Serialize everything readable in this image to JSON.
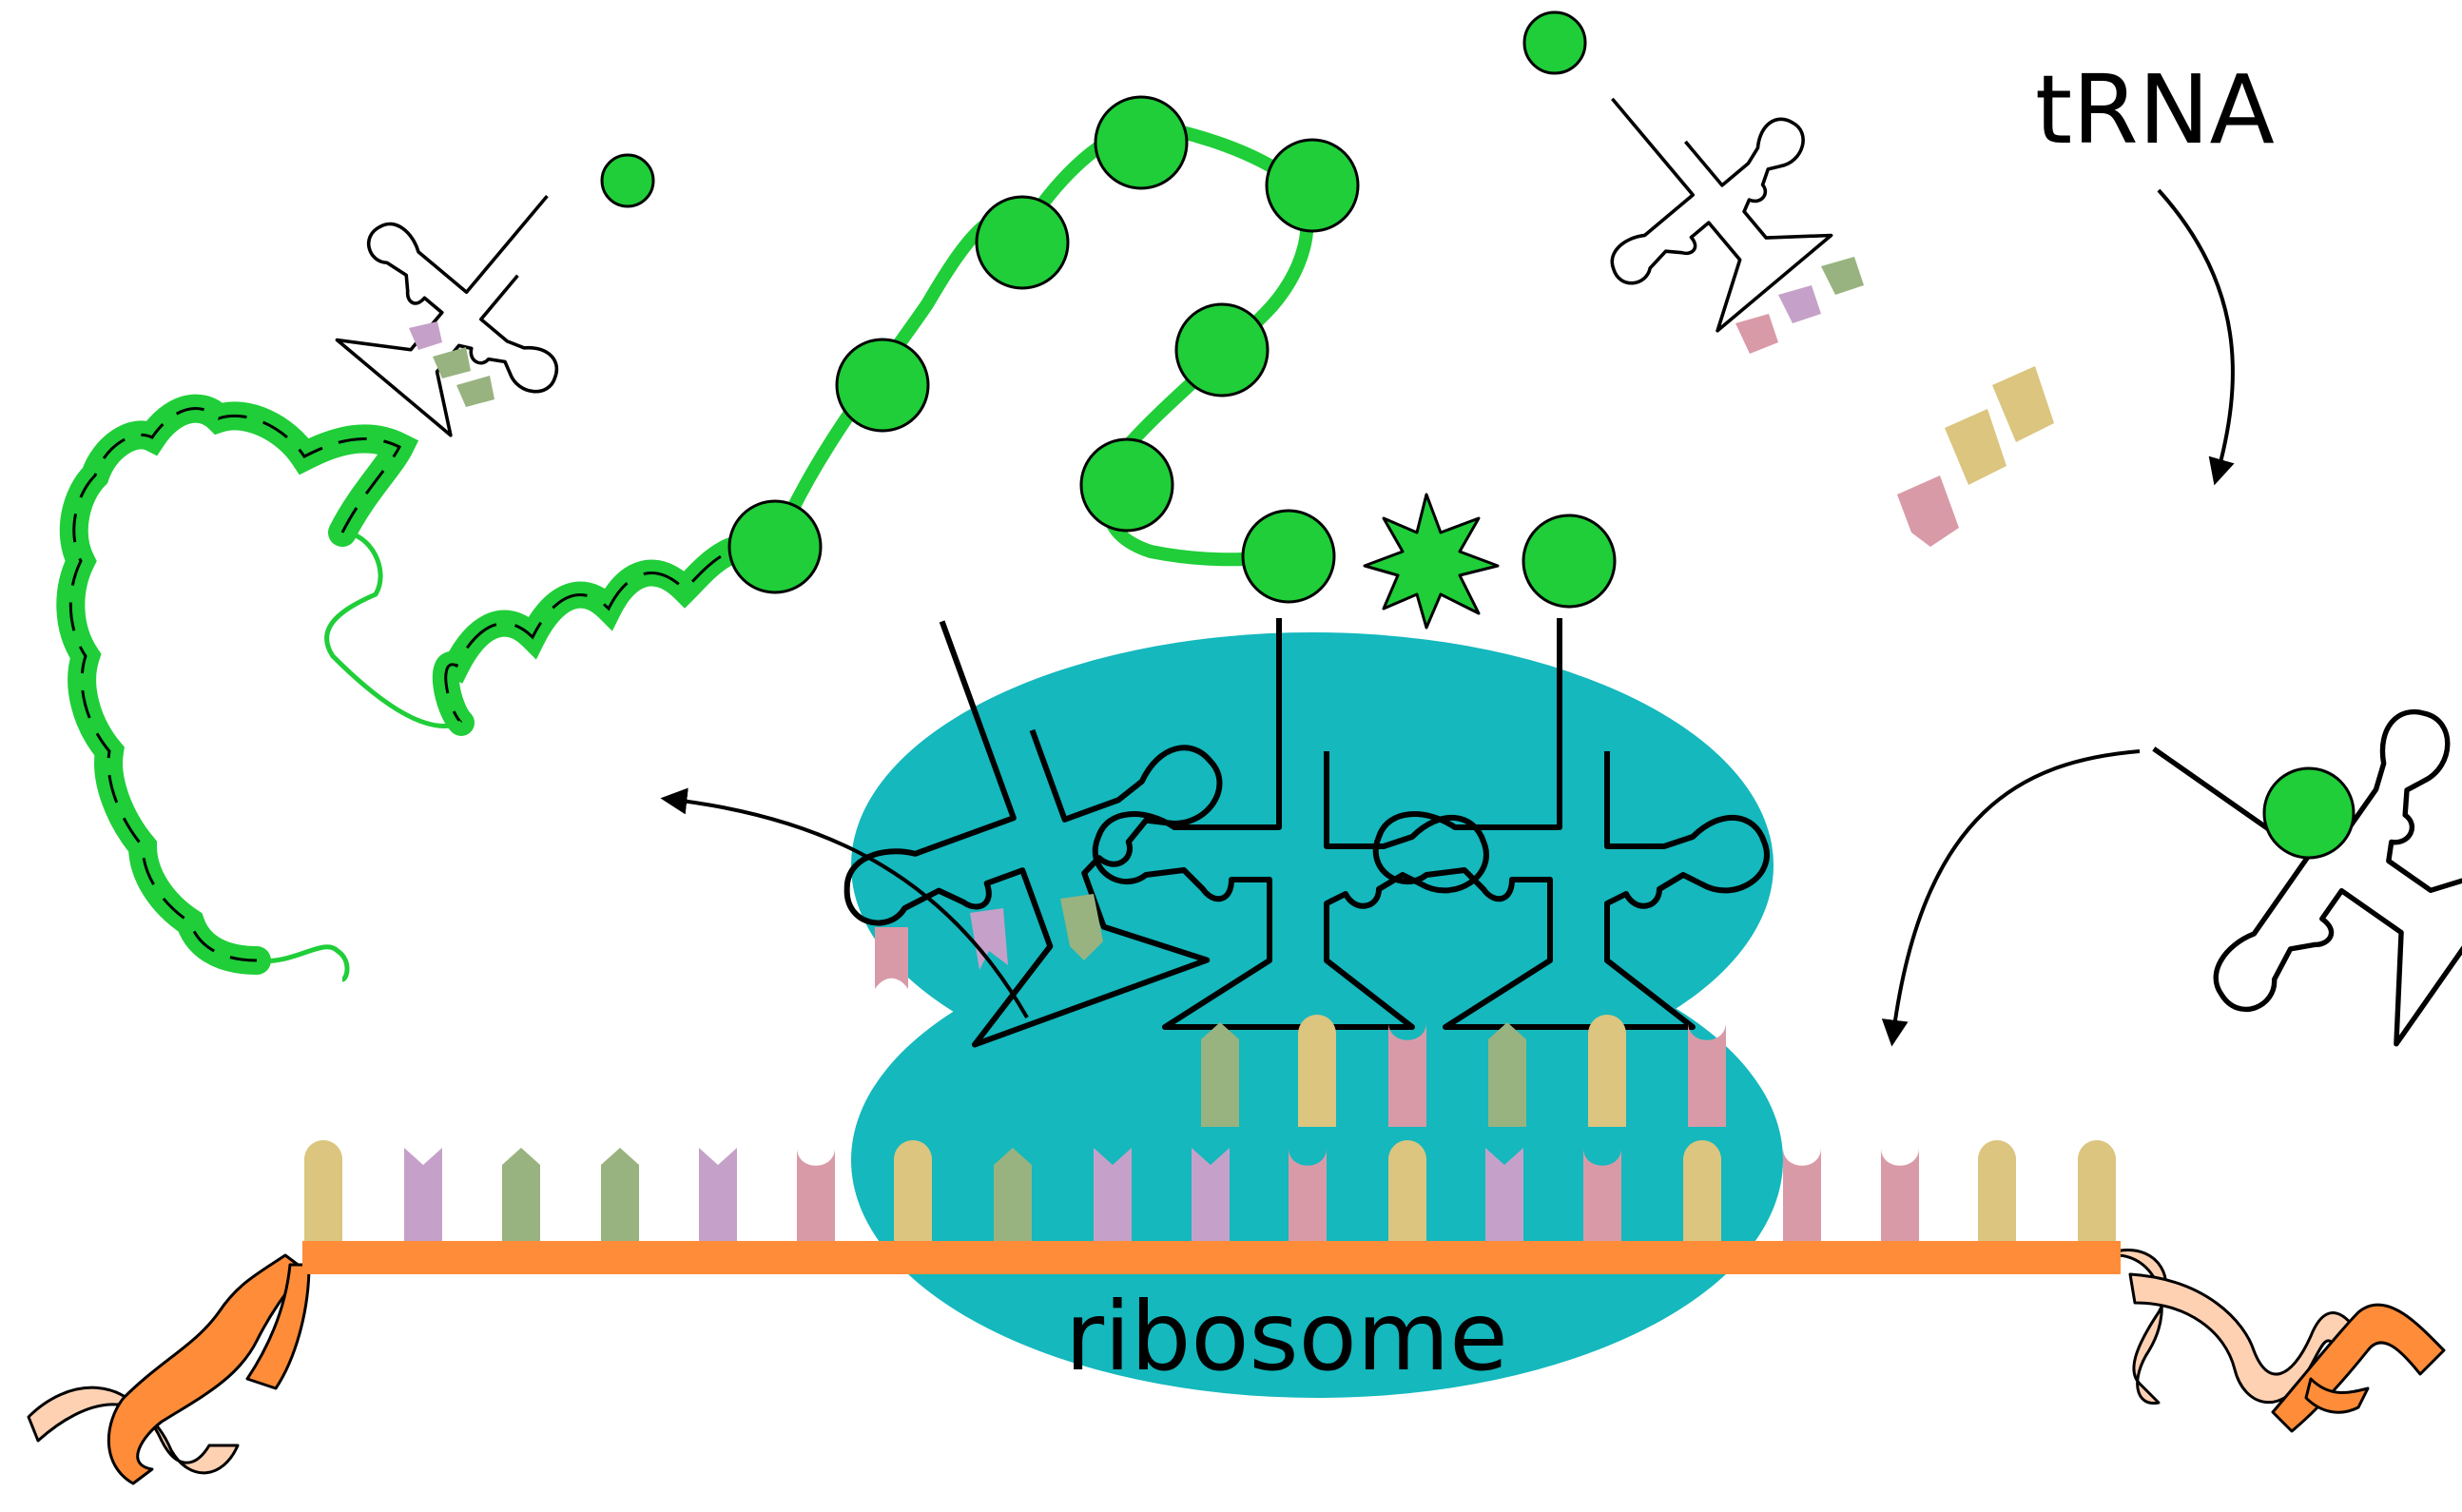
{
  "labels": {
    "trna": "tRNA",
    "ribosome": "ribosome"
  },
  "colors": {
    "ribosome": "#14b8bd",
    "amino_acid": "#1fce38",
    "mrna_strand": "#ff8c38",
    "mrna_helix_light": "#ffd1b3",
    "base_tan": "#dbc57f",
    "base_purple": "#c5a1c9",
    "base_green": "#98b37f",
    "base_pink": "#d99aa8"
  },
  "mrna_codons": [
    "tan",
    "purple",
    "green",
    "green",
    "purple",
    "pink",
    "tan",
    "green",
    "purple",
    "purple",
    "pink",
    "tan",
    "purple",
    "pink",
    "tan",
    "pink",
    "pink",
    "tan",
    "tan"
  ],
  "trna_anticodons": {
    "exit_site": [
      "pink",
      "purple",
      "green"
    ],
    "p_site": [
      "green",
      "tan",
      "pink"
    ],
    "a_site": [
      "green",
      "tan",
      "pink"
    ],
    "incoming": [
      "pink",
      "tan",
      "tan"
    ],
    "free_left": [
      "purple",
      "green",
      "green"
    ],
    "free_right": [
      "pink",
      "purple",
      "green"
    ]
  },
  "polypeptide_residues": 10
}
